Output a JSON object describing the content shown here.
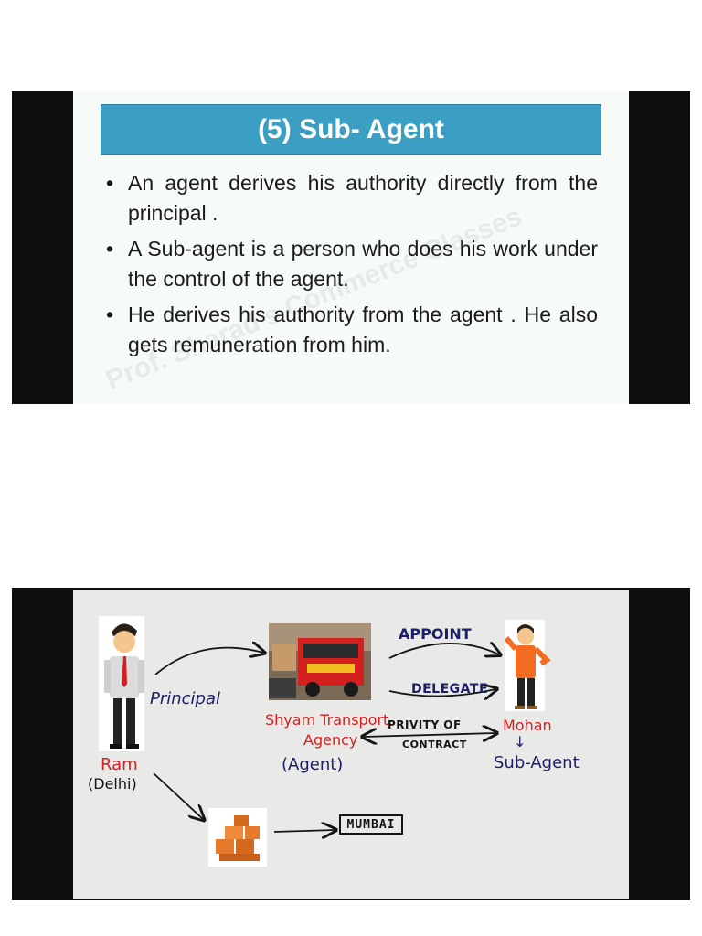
{
  "slide1": {
    "title": "(5) Sub- Agent",
    "bullets": [
      "An agent derives his authority directly from the principal .",
      "A Sub-agent is a person who does his work under the control of the agent.",
      "He derives his authority from the agent . He also gets remuneration from him."
    ],
    "watermark": "Prof. Sharad's Commerce Classes"
  },
  "slide2": {
    "principal_name": "Ram",
    "principal_city": "(Delhi)",
    "principal_role": "Principal",
    "agent_name_line1": "Shyam Transport",
    "agent_name_line2": "Agency",
    "agent_role": "(Agent)",
    "appoint": "APPOINT",
    "delegate": "DELEGATE",
    "privity_line1": "PRIVITY OF",
    "privity_line2": "CONTRACT",
    "sub_agent_name": "Mohan",
    "sub_agent_arrow": "↓",
    "sub_agent_role": "Sub-Agent",
    "destination": "MUMBAI"
  },
  "colors": {
    "title_bar": "#3a9fc2",
    "handwriting_red": "#d81f1f",
    "handwriting_navy": "#1b1f66",
    "truck_red": "#d41f1f",
    "boxes_orange": "#e77a2a"
  }
}
